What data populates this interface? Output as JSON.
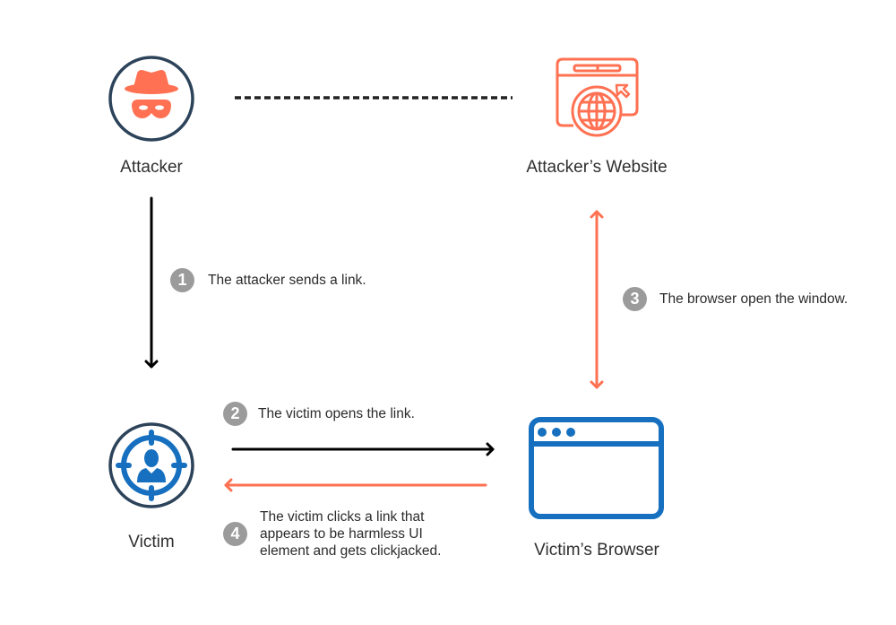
{
  "diagram": {
    "title": "Clickjacking attack flow",
    "colors": {
      "accent_orange": "#ff7152",
      "accent_blue": "#1670bf",
      "dark_ring": "#2c435a",
      "badge_gray": "#9b9b9b",
      "arrow_black": "#000000"
    },
    "nodes": {
      "attacker": {
        "label": "Attacker",
        "icon": "spy-hat-mask-icon"
      },
      "attacker_website": {
        "label": "Attacker’s Website",
        "icon": "browser-globe-cursor-icon"
      },
      "victim": {
        "label": "Victim",
        "icon": "target-person-icon"
      },
      "victim_browser": {
        "label": "Victim’s Browser",
        "icon": "browser-window-icon"
      }
    },
    "steps": [
      {
        "number": "1",
        "text": "The attacker sends a link."
      },
      {
        "number": "2",
        "text": "The victim opens the link."
      },
      {
        "number": "3",
        "text": "The browser open the window."
      },
      {
        "number": "4",
        "text": "The victim clicks a link that\nappears to be harmless UI\nelement and gets clickjacked."
      }
    ],
    "connections": [
      {
        "from": "attacker",
        "to": "attacker_website",
        "style": "dashed"
      },
      {
        "from": "attacker",
        "to": "victim",
        "style": "arrow",
        "step": "1"
      },
      {
        "from": "victim",
        "to": "victim_browser",
        "style": "arrow",
        "step": "2"
      },
      {
        "from": "attacker_website",
        "to": "victim_browser",
        "style": "double-arrow",
        "step": "3"
      },
      {
        "from": "victim_browser",
        "to": "victim",
        "style": "arrow",
        "step": "4"
      }
    ]
  }
}
